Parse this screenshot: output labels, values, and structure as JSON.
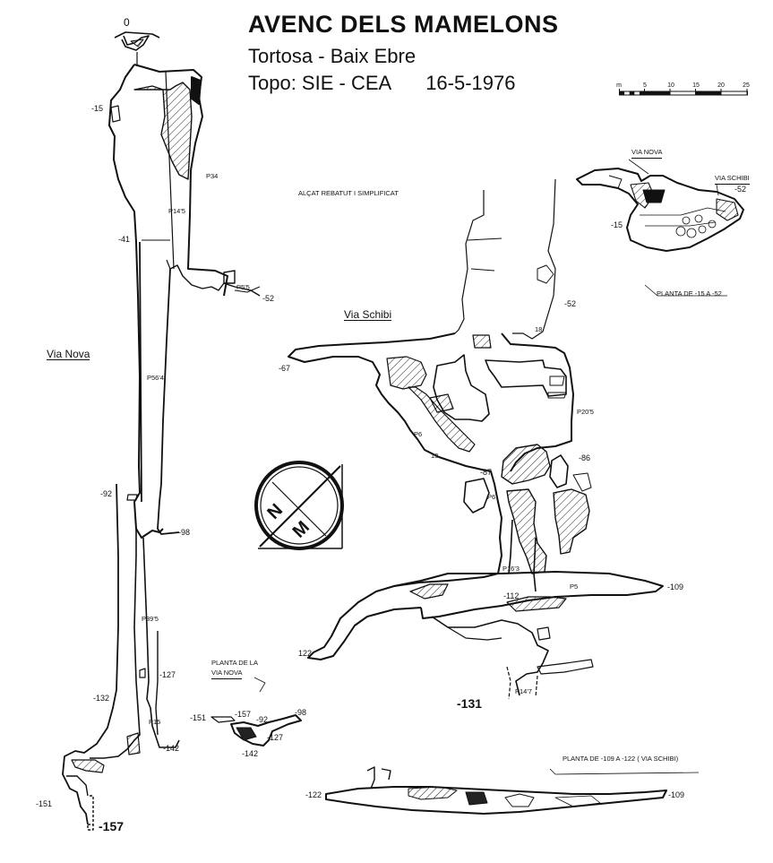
{
  "header": {
    "title": "AVENC DELS MAMELONS",
    "location": "Tortosa - Baix Ebre",
    "survey": "Topo: SIE - CEA",
    "date": "16-5-1976"
  },
  "scale_bar": {
    "unit": "m",
    "ticks": [
      "5",
      "10",
      "15",
      "20",
      "25"
    ]
  },
  "sections": {
    "elevation": "ALÇAT REBATUT I SIMPLIFICAT",
    "via_nova": "Via Nova",
    "via_schibi": "Via Schibi",
    "plan_top": "PLANTA DE -15 A -52",
    "plan_top_via_nova": "VIA NOVA",
    "plan_top_via_schibi": "VIA SCHIBI",
    "plan_via_nova_line1": "PLANTA DE LA",
    "plan_via_nova_line2": "VIA NOVA",
    "plan_bottom": "PLANTA DE -109 A -122 ( VIA SCHIBI)"
  },
  "compass": {
    "letters": [
      "N",
      "M"
    ]
  },
  "depths": {
    "d0": "0",
    "d15": "-15",
    "d41": "-41",
    "d52": "-52",
    "d92": "-92",
    "d98": "-98",
    "d127": "-127",
    "d132": "-132",
    "d142": "-142",
    "d151": "-151",
    "d157": "-157",
    "d67": "-67",
    "d87": "-87",
    "d86": "-86",
    "d109": "-109",
    "d112": "-112",
    "d122": "122",
    "d131": "-131",
    "top15": "-15",
    "top52": "-52",
    "p151": "-151",
    "p157": "-157",
    "p92": "-92",
    "p98": "-98",
    "p127": "-127",
    "p142": "-142",
    "b122": "-122",
    "b109": "-109"
  },
  "pitches": {
    "p34": "P34",
    "p14_5": "P14'5",
    "p5_5": "P5'5",
    "p56_4": "P56'4",
    "p39_5": "P39'5",
    "p15": "P15",
    "p18": "18",
    "p20_5": "P20'5",
    "p6a": "P6",
    "p13": "13",
    "p6b": "P6",
    "p16_3": "P16'3",
    "p5b": "P5",
    "p14_7": "P14'7"
  }
}
